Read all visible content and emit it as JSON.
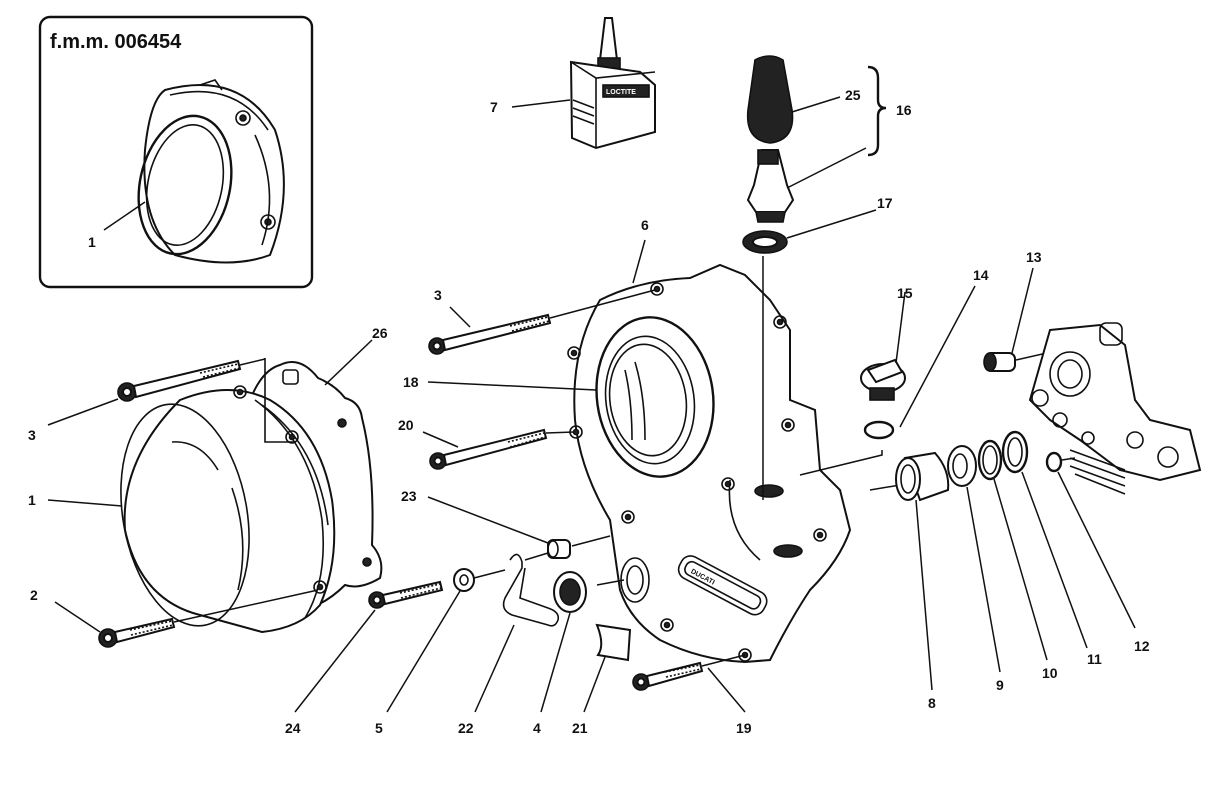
{
  "inset": {
    "title": "f.m.m. 006454",
    "callouts": [
      "1"
    ]
  },
  "callouts": {
    "p1": "1",
    "p2": "2",
    "p3a": "3",
    "p3b": "3",
    "p4": "4",
    "p5": "5",
    "p6": "6",
    "p7": "7",
    "p8": "8",
    "p9": "9",
    "p10": "10",
    "p11": "11",
    "p12": "12",
    "p13": "13",
    "p14": "14",
    "p15": "15",
    "p16": "16",
    "p17": "17",
    "p18": "18",
    "p19": "19",
    "p20": "20",
    "p21": "21",
    "p22": "22",
    "p23": "23",
    "p24": "24",
    "p25": "25",
    "p26": "26"
  },
  "markings": {
    "cover_logo": "DUCATI",
    "bottle_label": "LOCTITE"
  }
}
